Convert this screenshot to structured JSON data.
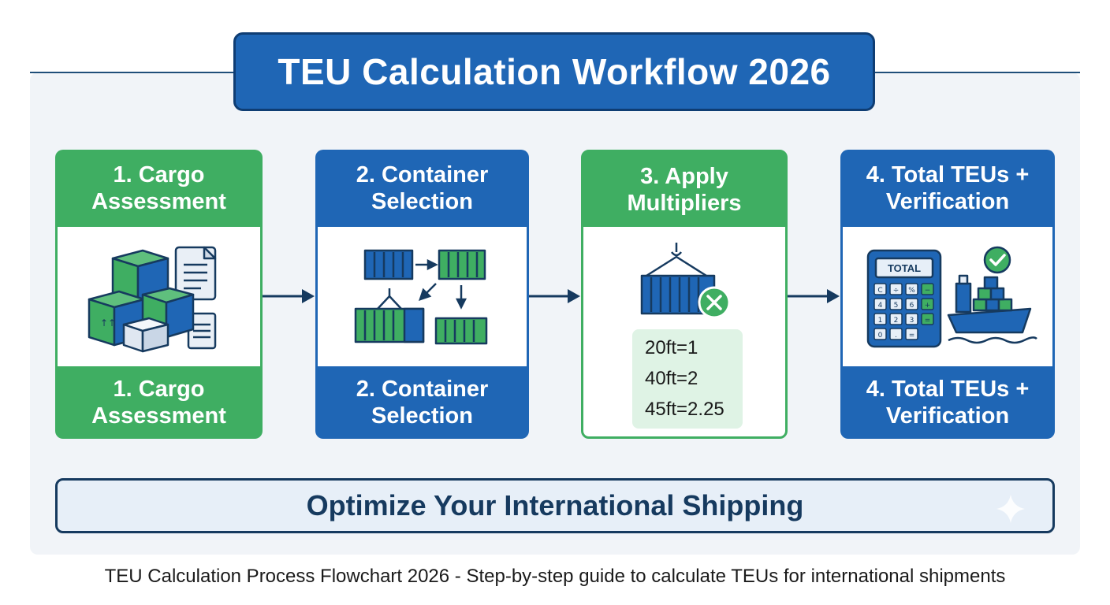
{
  "title": "TEU Calculation Workflow 2026",
  "steps": [
    {
      "head": "1. Cargo\nAssessment",
      "foot": "1. Cargo\nAssessment",
      "icon": "boxes-documents-icon",
      "color": "#3fae62"
    },
    {
      "head": "2. Container\nSelection",
      "foot": "2. Container\nSelection",
      "icon": "containers-selection-icon",
      "color": "#1f66b5"
    },
    {
      "head": "3. Apply\nMultipliers",
      "icon": "container-multiply-icon",
      "color": "#3fae62",
      "multipliers": [
        "20ft=1",
        "40ft=2",
        "45ft=2.25"
      ]
    },
    {
      "head": "4. Total TEUs +\nVerification",
      "foot": "4. Total TEUs +\nVerification",
      "icon": "calculator-ship-icon",
      "color": "#1f66b5",
      "calculator": {
        "display": "TOTAL",
        "keys": [
          "C",
          "÷",
          "%",
          "−",
          "4",
          "5",
          "6",
          "+",
          "1",
          "2",
          "3",
          "=",
          "0",
          ".",
          "="
        ]
      }
    }
  ],
  "footer_banner": "Optimize Your International Shipping",
  "caption": "TEU Calculation Process Flowchart 2026 - Step-by-step guide to calculate TEUs for international shipments",
  "colors": {
    "navy": "#163a5f",
    "blue": "#1f66b5",
    "green": "#3fae62",
    "light_green": "#dff3e5"
  }
}
